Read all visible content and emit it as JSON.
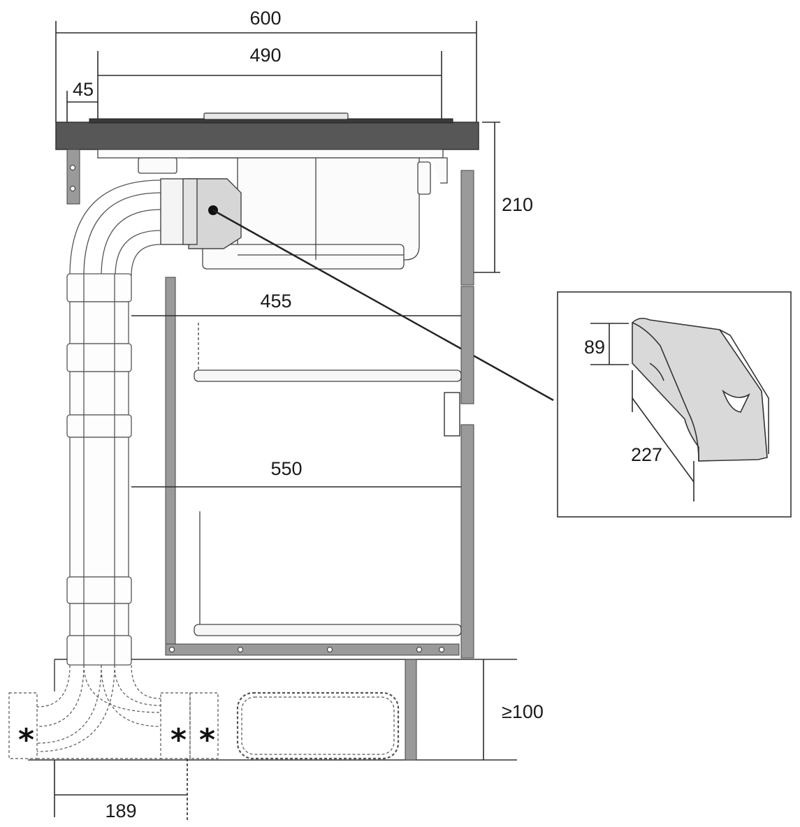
{
  "dimensions": {
    "overall_width": "600",
    "hob_width": "490",
    "back_offset": "45",
    "installation_depth": "210",
    "upper_drawer_depth": "455",
    "lower_drawer_depth": "550",
    "plinth_height": "≥100",
    "plinth_duct_offset": "189"
  },
  "detail": {
    "height": "89",
    "width": "227"
  },
  "markers": {
    "star": "*"
  },
  "colors": {
    "worktop": "#575757",
    "panel": "#9a9a9a",
    "line": "#2b2b2b",
    "filter": "#d9d9d9"
  }
}
